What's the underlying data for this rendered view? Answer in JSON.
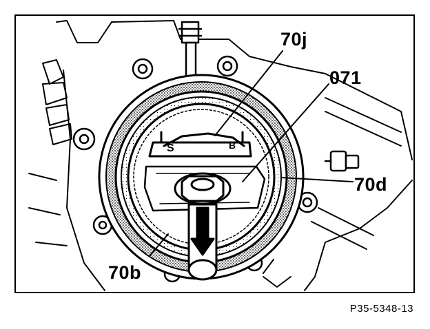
{
  "callouts": {
    "label_70j": "70j",
    "label_071": "071",
    "label_70d": "70d",
    "label_70b": "70b"
  },
  "figure_reference": "P35-5348-13",
  "colors": {
    "ink": "#000000",
    "paper": "#ffffff"
  }
}
